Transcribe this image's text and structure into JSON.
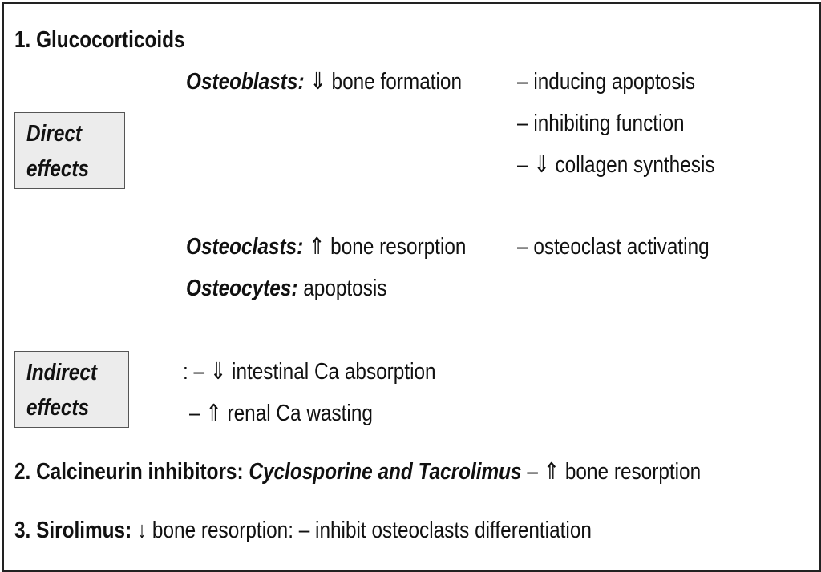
{
  "heading1": "1. Glucocorticoids",
  "direct_box": {
    "line1": "Direct",
    "line2": "effects"
  },
  "indirect_box": {
    "line1": "Indirect",
    "line2": "effects"
  },
  "osteoblasts": {
    "label": "Osteoblasts:",
    "effect": "⇓ bone formation",
    "mech": [
      "– inducing apoptosis",
      "– inhibiting function",
      "– ⇓ collagen synthesis"
    ]
  },
  "osteoclasts": {
    "label": "Osteoclasts:",
    "effect": "⇑ bone resorption",
    "mech": "– osteoclast activating"
  },
  "osteocytes": {
    "label": "Osteocytes:",
    "effect": "apoptosis"
  },
  "indirect": [
    ": – ⇓ intestinal Ca absorption",
    "– ⇑ renal Ca wasting"
  ],
  "heading2": {
    "label": "2. Calcineurin inhibitors:",
    "drugs": "Cyclosporine and Tacrolimus",
    "effect": "– ⇑ bone resorption"
  },
  "heading3": {
    "label": "3. Sirolimus:",
    "effect": "↓ bone resorption: – inhibit osteoclasts differentiation"
  }
}
